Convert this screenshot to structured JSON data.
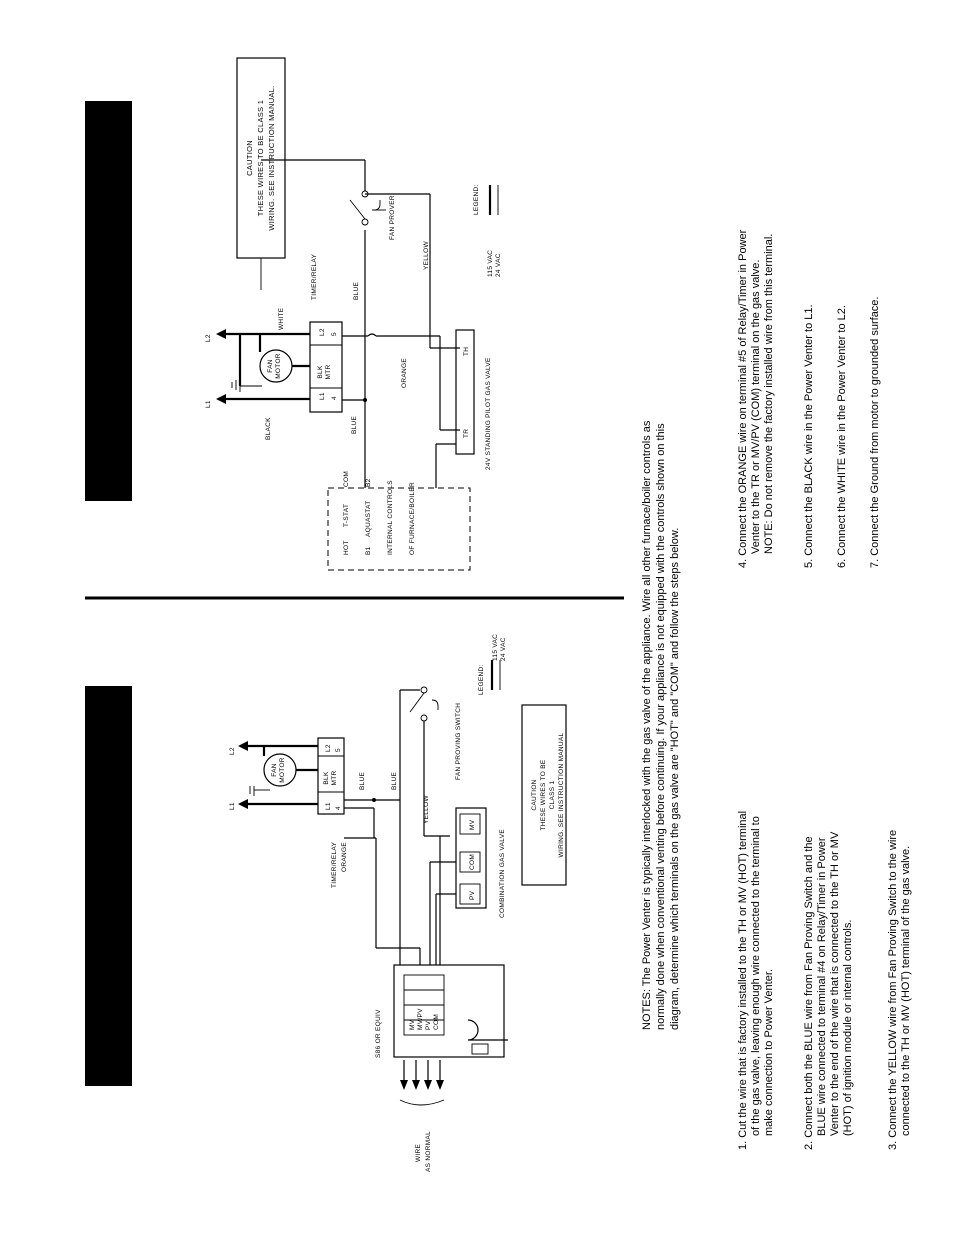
{
  "notes": {
    "line1": "NOTES: The Power Venter is typically interlocked with the gas valve of the appliance.  Wire all other furnace/boiler controls as",
    "line2": "normally done when conventional venting before continuing.  If your appliance is not equipped with the controls shown on this",
    "line3": "diagram, determine which terminals on the gas valve are \"HOT\" and \"COM\" and follow the steps below."
  },
  "steps_left": [
    [
      "1.  Cut the wire that is factory installed to the TH or MV (HOT) terminal",
      "of the gas valve, leaving enough wire connected to the terminal to",
      "make connection to Power Venter."
    ],
    [
      "2.  Connect both the BLUE wire from Fan Proving Switch and the",
      "BLUE wire connected to terminal #4 on Relay/Timer in Power",
      "Venter to the end of the wire that is connected to the TH or MV",
      "(HOT) of ignition module or internal controls."
    ],
    [
      "3.  Connect the YELLOW wire from Fan Proving Switch to the wire",
      "connected to the TH or MV (HOT) terminal of the gas valve."
    ]
  ],
  "steps_right": [
    [
      "4.  Connect the ORANGE wire on terminal #5 of Relay/Timer in Power",
      "Venter to the TR or MV/PV (COM) terminal on the gas valve.",
      "NOTE: Do not remove the factory installed wire from this terminal."
    ],
    [
      "5.  Connect the BLACK wire in the Power Venter to L1."
    ],
    [
      "6.  Connect the WHITE wire in the Power Venter to L2."
    ],
    [
      "7.  Connect the Ground from motor to grounded surface."
    ]
  ],
  "diagram_top": {
    "caution": [
      "CAUTION",
      "THESE WIRES TO BE CLASS 1",
      "WIRING. SEE INSTRUCTION MANUAL."
    ],
    "legend_title": "LEGEND:",
    "legend_115": "115 VAC",
    "legend_24": "24 VAC",
    "l1": "L1",
    "l2": "L2",
    "black": "BLACK",
    "white": "WHITE",
    "fan_motor": [
      "FAN",
      "MOTOR"
    ],
    "blk_mtr": [
      "BLK",
      "MTR"
    ],
    "term_l1": "L1",
    "term_l2": "L2",
    "term_4": "4",
    "term_5": "5",
    "timer_relay": "TIMER/RELAY",
    "fan_prover": "FAN PROVER",
    "blue1": "BLUE",
    "blue2": "BLUE",
    "orange": "ORANGE",
    "yellow": "YELLOW",
    "tr": "TR",
    "th": "TH",
    "gas_valve": "24V STANDING PILOT GAS VALVE",
    "ctrl_hot": "HOT",
    "ctrl_tstat": "T-STAT",
    "ctrl_com": "COM",
    "ctrl_b1": "B1",
    "ctrl_aquastat": "AQUASTAT",
    "ctrl_b2": "B2",
    "ctrl_internal": "INTERNAL CONTROLS",
    "ctrl_of": "OF FURNACE/BOILER"
  },
  "diagram_bottom": {
    "caution": [
      "CAUTION",
      "THESE WIRES TO BE",
      "CLASS 1",
      "WIRING. SEE INSTRUCTION MANUAL"
    ],
    "legend_title": "LEGEND:",
    "legend_115": "115 VAC",
    "legend_24": "24 VAC",
    "l1": "L1",
    "l2": "L2",
    "fan_motor": [
      "FAN",
      "MOTOR"
    ],
    "blk_mtr": [
      "BLK",
      "MTR"
    ],
    "term_l1": "L1",
    "term_l2": "L2",
    "term_4": "4",
    "term_5": "5",
    "timer_relay": "TIMER/RELAY",
    "orange": "ORANGE",
    "blue1": "BLUE",
    "blue2": "BLUE",
    "yellow": "YELLOW",
    "fan_switch": "FAN PROVING SWITCH",
    "pv": "PV",
    "com": "COM",
    "mv": "MV",
    "gas_valve": "COMBINATION GAS VALVE",
    "module": "S86 OR EQUIV",
    "mod_mv": "MV",
    "mod_mvpv": "MV/PV",
    "mod_pv": "PV",
    "mod_com": "COM",
    "wire": "WIRE",
    "as_normal": "AS NORMAL"
  }
}
